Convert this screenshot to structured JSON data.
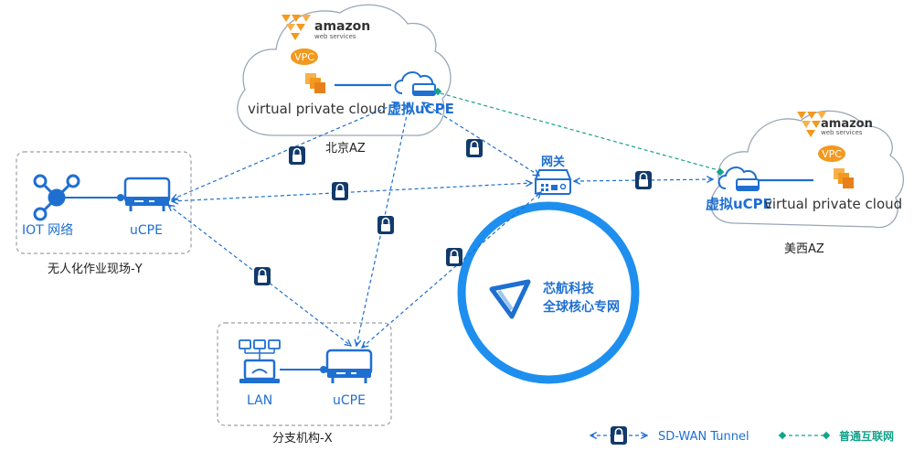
{
  "cloud_beijing": {
    "aws_brand": "amazon",
    "aws_sub": "web services",
    "vpc_badge": "VPC",
    "vpc_label": "virtual private cloud",
    "ucpe_label": "虚拟uCPE",
    "az_label": "北京AZ"
  },
  "cloud_uswest": {
    "aws_brand": "amazon",
    "aws_sub": "web services",
    "vpc_badge": "VPC",
    "vpc_label": "virtual private cloud",
    "ucpe_label": "虚拟uCPE",
    "az_label": "美西AZ"
  },
  "site_y": {
    "iot_label": "IOT 网络",
    "ucpe_label": "uCPE",
    "site_label": "无人化作业现场-Y"
  },
  "site_x": {
    "lan_label": "LAN",
    "ucpe_label": "uCPE",
    "site_label": "分支机构-X"
  },
  "gateway": {
    "label": "网关"
  },
  "core_network": {
    "line1": "芯航科技",
    "line2": "全球核心专网"
  },
  "legend": {
    "tunnel": "SD-WAN Tunnel",
    "internet": "普通互联网"
  },
  "colors": {
    "primary": "#1f6fd1",
    "teal": "#14a38b",
    "dark": "#123a6b",
    "aws_orange": "#f2991e"
  }
}
